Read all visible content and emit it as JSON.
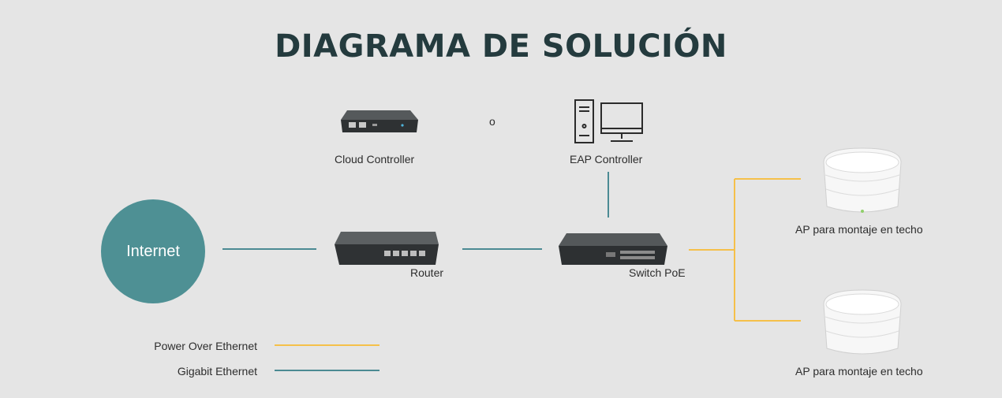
{
  "title": "DIAGRAMA DE SOLUCIÓN",
  "colors": {
    "background": "#e5e5e5",
    "title": "#243b3e",
    "internet": "#4e9094",
    "poe_line": "#f5c04a",
    "gigabit_line": "#4b8a93"
  },
  "nodes": {
    "internet": "Internet",
    "cloud_controller": "Cloud Controller",
    "separator": "o",
    "eap_controller": "EAP Controller",
    "router": "Router",
    "switch": "Switch PoE",
    "ap_top": "AP para montaje en techo",
    "ap_bottom": "AP para montaje en techo"
  },
  "legend": {
    "poe": "Power Over Ethernet",
    "gigabit": "Gigabit Ethernet"
  }
}
